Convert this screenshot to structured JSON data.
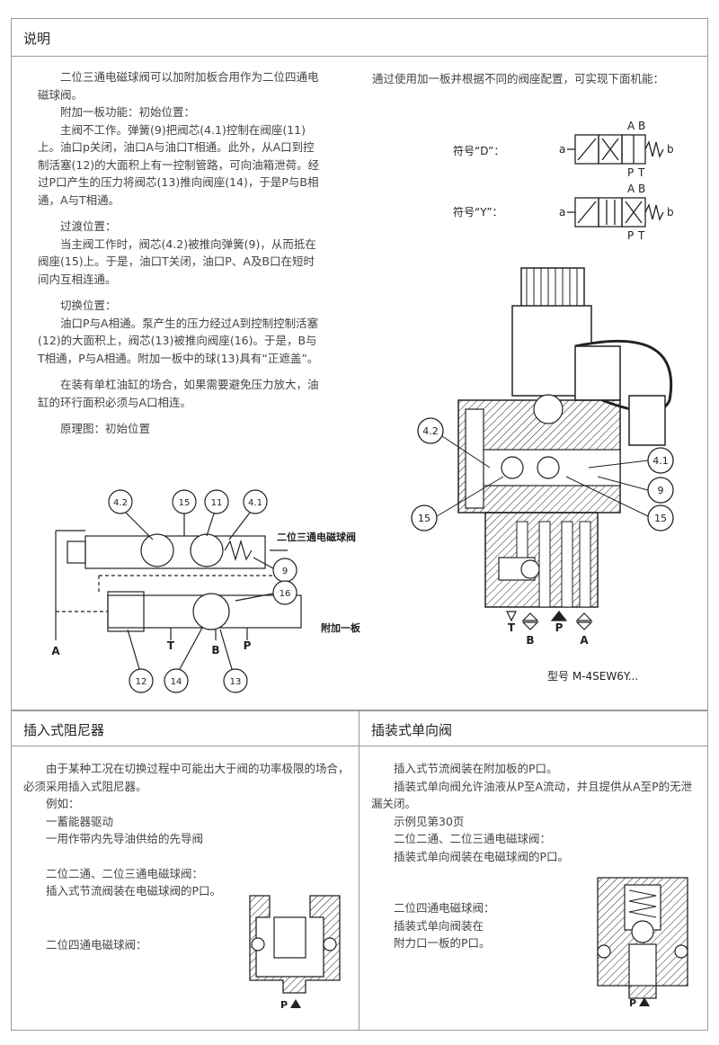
{
  "section_main": {
    "title": "说明",
    "left_paragraphs": [
      "二位三通电磁球阀可以加附加板合用作为二位四通电磁球阀。",
      "附加一板功能：初始位置：",
      "主阀不工作。弹簧(9)把阀芯(4.1)控制在阀座(11)上。油口p关闭，油口A与油口T相通。此外，从A口到控制活塞(12)的大面积上有一控制管路，可向油箱泄荷。经过P口产生的压力将阀芯(13)推向阀座(14)，于是P与B相通，A与T相通。",
      "过渡位置：",
      "当主阀工作时，阀芯(4.2)被推向弹簧(9)，从而抵在阀座(15)上。于是，油口T关闭，油口P、A及B口在短时间内互相连通。",
      "切换位置：",
      "油口P与A相通。泵产生的压力经过A到控制控制活塞(12)的大面积上，阀芯(13)被推向阀座(16)。于是，B与T相通，P与A相通。附加一板中的球(13)具有“正遮盖”。",
      "在装有单杠油缸的场合，如果需要避免压力放大，油缸的环行面积必须与A口相连。",
      "原理图：初始位置"
    ],
    "right_intro": "通过使用加一板并根据不同的阀座配置，可实现下面机能：",
    "symbol_d_label": "符号“D”：",
    "symbol_y_label": "符号“Y”：",
    "model_label": "型号 M-4SEW6Y..."
  },
  "schematic": {
    "valve_label": "二位三通电磁球阀",
    "plate_label": "附加一板",
    "callouts": [
      "4.2",
      "15",
      "11",
      "4.1",
      "9",
      "16",
      "12",
      "14",
      "13"
    ],
    "ports": [
      "A",
      "T",
      "B",
      "P"
    ]
  },
  "symbols": {
    "port_a": "A",
    "port_b": "B",
    "port_p": "P",
    "port_t": "T",
    "sol": "a",
    "spring": "b"
  },
  "section_view": {
    "callouts": [
      "4.2",
      "4.1",
      "9",
      "15",
      "15"
    ],
    "ports": [
      "T",
      "B",
      "P",
      "A"
    ]
  },
  "section_damper": {
    "title": "插入式阻尼器",
    "paragraphs": [
      "由于某种工况在切换过程中可能出大于阀的功率极限的场合，必须采用插入式阻尼器。",
      "例如：",
      "一蓄能器驱动",
      "一用作带内先导油供给的先导阀",
      "二位二通、二位三通电磁球阀：",
      "插入式节流阀装在电磁球阀的P口。",
      "二位四通电磁球阀："
    ],
    "port_label": "P"
  },
  "section_check": {
    "title": "插装式单向阀",
    "paragraphs": [
      "插入式节流阀装在附加板的P口。",
      "插装式单向阀允许油液从P至A流动，并且提供从A至P的无泄漏关闭。",
      "示例见第30页",
      "二位二通、二位三通电磁球阀：",
      "插装式单向阀装在电磁球阀的P口。",
      "二位四通电磁球阀：",
      "插装式单向阀装在",
      "附力口一板的P口。"
    ],
    "port_label": "P"
  }
}
